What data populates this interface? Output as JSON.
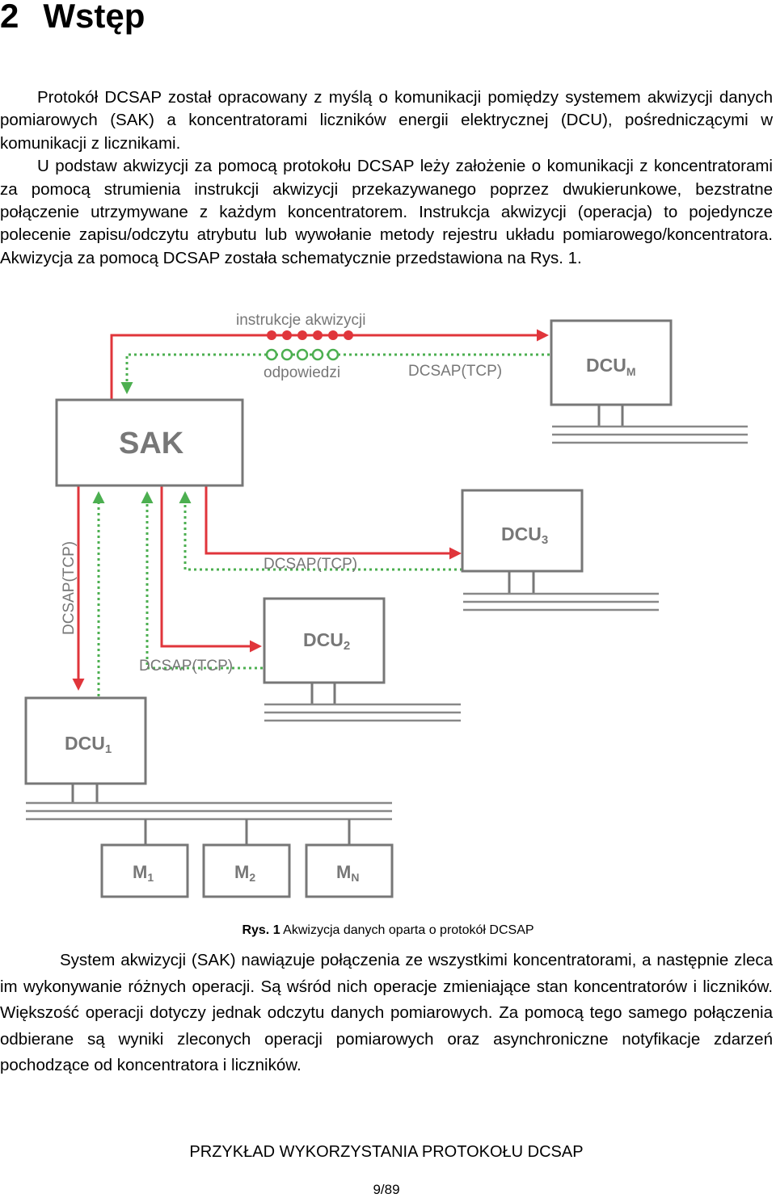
{
  "heading": {
    "number": "2",
    "title": "Wstęp"
  },
  "intro": {
    "p1": "Protokół DCSAP został opracowany z myślą o komunikacji pomiędzy systemem akwizycji danych pomiarowych (SAK) a koncentratorami liczników energii elektrycznej (DCU), pośredniczącymi w komunikacji z licznikami.",
    "p2": "U podstaw akwizycji za pomocą protokołu DCSAP leży założenie o komunikacji z koncentratorami za pomocą strumienia instrukcji akwizycji przekazywanego poprzez dwukierunkowe, bezstratne połączenie utrzymywane z każdym koncentratorem. Instrukcja akwizycji (operacja) to pojedyncze polecenie zapisu/odczytu atrybutu lub wywołanie metody rejestru układu pomiarowego/koncentratora. Akwizycja za pomocą DCSAP została schematycznie przedstawiona na Rys. 1."
  },
  "figure": {
    "label_instructions": "instrukcje akwizycji",
    "label_responses": "odpowiedzi",
    "proto_top": "DCSAP(TCP)",
    "proto_mid": "DCSAP(TCP)",
    "proto_low": "DCSAP(TCP)",
    "proto_vertical": "DCSAP(TCP)",
    "sak": "SAK",
    "dcu_m": {
      "base": "DCU",
      "sub": "M"
    },
    "dcu_3": {
      "base": "DCU",
      "sub": "3"
    },
    "dcu_2": {
      "base": "DCU",
      "sub": "2"
    },
    "dcu_1": {
      "base": "DCU",
      "sub": "1"
    },
    "m_1": {
      "base": "M",
      "sub": "1"
    },
    "m_2": {
      "base": "M",
      "sub": "2"
    },
    "m_n": {
      "base": "M",
      "sub": "N"
    },
    "colors": {
      "request": "#e0353b",
      "response": "#4caf50",
      "box": "#777777",
      "label": "#777777"
    }
  },
  "caption": {
    "label": "Rys.",
    "number": "1",
    "text": "Akwizycja danych oparta o protokół DCSAP"
  },
  "body": {
    "p3": "System akwizycji (SAK) nawiązuje połączenia ze wszystkimi koncentratorami, a następnie zleca im wykonywanie różnych operacji. Są wśród nich operacje zmieniające stan koncentratorów i liczników. Większość operacji dotyczy jednak odczytu danych pomiarowych. Za pomocą tego samego połączenia odbierane są wyniki zleconych operacji pomiarowych oraz asynchroniczne notyfikacje zdarzeń pochodzące od koncentratora i liczników."
  },
  "footer": {
    "title": "PRZYKŁAD WYKORZYSTANIA PROTOKOŁU DCSAP",
    "page": "9/89"
  }
}
